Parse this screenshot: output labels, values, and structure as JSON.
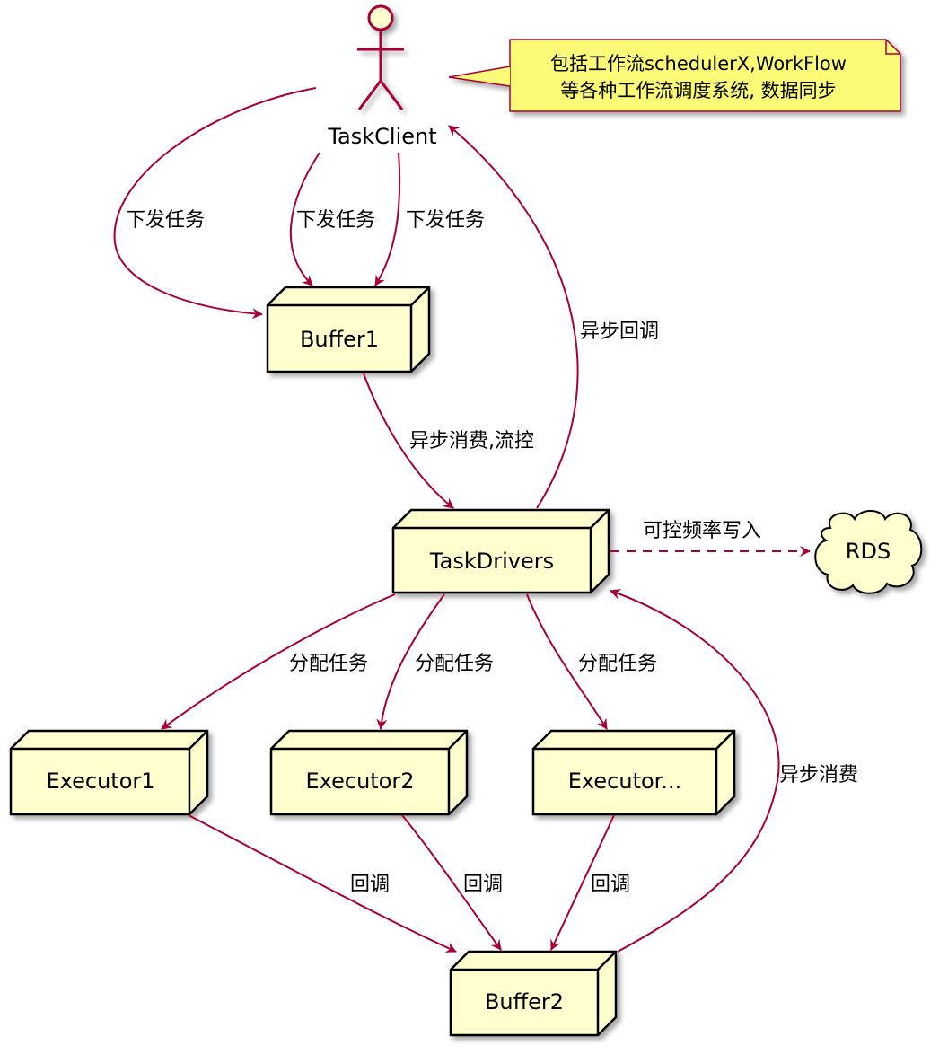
{
  "colors": {
    "node_fill": "#FEFECE",
    "outline": "#000000",
    "arrow": "#A80036",
    "actor_stroke": "#A80036",
    "note_fill": "#FBFB77",
    "note_stroke": "#A80036"
  },
  "actor": {
    "name": "TaskClient"
  },
  "note": {
    "line1": "包括工作流schedulerX,WorkFlow",
    "line2": "等各种工作流调度系统, 数据同步"
  },
  "nodes": {
    "buffer1": "Buffer1",
    "taskdrivers": "TaskDrivers",
    "rds": "RDS",
    "executor1": "Executor1",
    "executor2": "Executor2",
    "executor3": "Executor...",
    "buffer2": "Buffer2"
  },
  "edges": {
    "dispatch_1": "下发任务",
    "dispatch_2": "下发任务",
    "dispatch_3": "下发任务",
    "async_callback": "异步回调",
    "async_consume_flow": "异步消费,流控",
    "controlled_write": "可控频率写入",
    "assign_1": "分配任务",
    "assign_2": "分配任务",
    "assign_3": "分配任务",
    "async_consume": "异步消费",
    "callback_1": "回调",
    "callback_2": "回调",
    "callback_3": "回调"
  }
}
